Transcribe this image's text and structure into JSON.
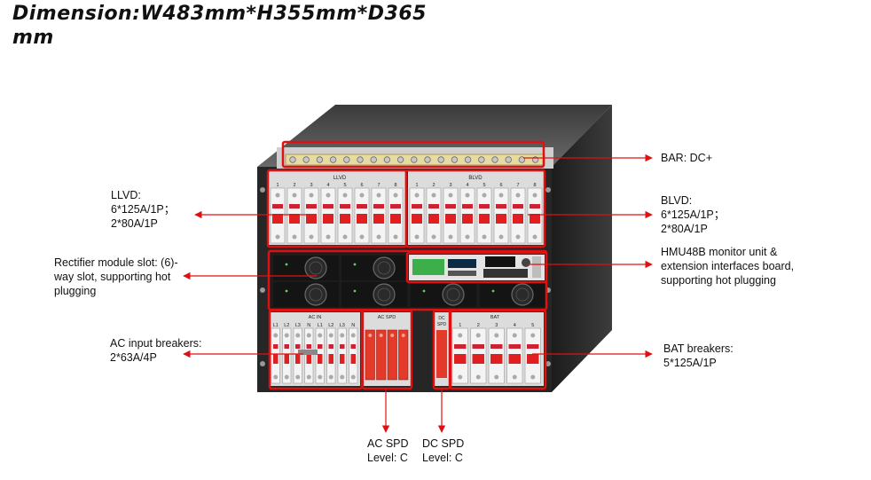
{
  "title": [
    "Dimension:W483mm*H355mm*D365",
    "mm"
  ],
  "cabinet": {
    "llvd_label": "LLVD",
    "blvd_label": "BLVD",
    "llvd_numbers": [
      "1",
      "2",
      "3",
      "4",
      "5",
      "6",
      "7",
      "8"
    ],
    "blvd_numbers": [
      "1",
      "2",
      "3",
      "4",
      "5",
      "6",
      "7",
      "8"
    ],
    "ac_in_label": "AC IN",
    "ac_in_phases": [
      "L1",
      "L2",
      "L3",
      "N",
      "L1",
      "L2",
      "L3",
      "N"
    ],
    "ac_spd_label": "AC SPD",
    "dc_spd_label": [
      "DC",
      "SPD"
    ],
    "bat_label": "BAT",
    "bat_numbers": [
      "1",
      "2",
      "3",
      "4",
      "5"
    ]
  },
  "callouts": {
    "bar": [
      "BAR: DC+"
    ],
    "llvd": [
      "LLVD:",
      "6*125A/1P；",
      "2*80A/1P"
    ],
    "blvd": [
      "BLVD:",
      "6*125A/1P；",
      "2*80A/1P"
    ],
    "rectifier": [
      "Rectifier module slot: (6)-",
      "way slot, supporting hot",
      "plugging"
    ],
    "hmu": [
      "HMU48B monitor unit &",
      "extension interfaces board,",
      "supporting hot plugging"
    ],
    "ac_input": [
      "AC input breakers:",
      "2*63A/4P"
    ],
    "bat": [
      "BAT breakers:",
      "5*125A/1P"
    ],
    "ac_spd": [
      "AC SPD",
      "Level: C"
    ],
    "dc_spd": [
      "DC SPD",
      "Level: C"
    ]
  },
  "colors": {
    "callout_red": "#e01010",
    "cabinet": "#2a2a2a",
    "breaker_handle": "#e02020"
  }
}
